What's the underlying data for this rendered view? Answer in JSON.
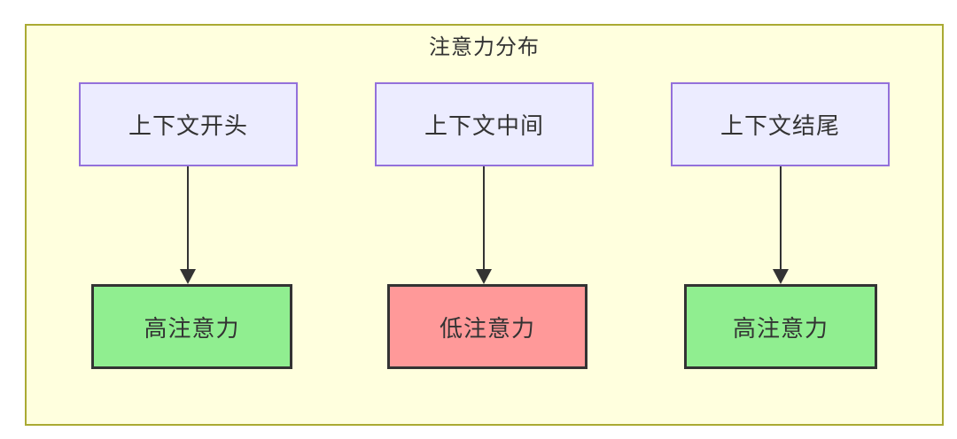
{
  "diagram": {
    "title": "注意力分布",
    "columns": [
      {
        "source": "上下文开头",
        "target": "高注意力",
        "target_level": "high"
      },
      {
        "source": "上下文中间",
        "target": "低注意力",
        "target_level": "low"
      },
      {
        "source": "上下文结尾",
        "target": "高注意力",
        "target_level": "high"
      }
    ]
  },
  "colors": {
    "container_fill": "#ffffde",
    "container_border": "#aaaa33",
    "source_fill": "#ececff",
    "source_border": "#9370db",
    "high_fill": "#90ee90",
    "low_fill": "#ff9999",
    "target_border": "#333333",
    "edge": "#333333",
    "text": "#333333"
  }
}
